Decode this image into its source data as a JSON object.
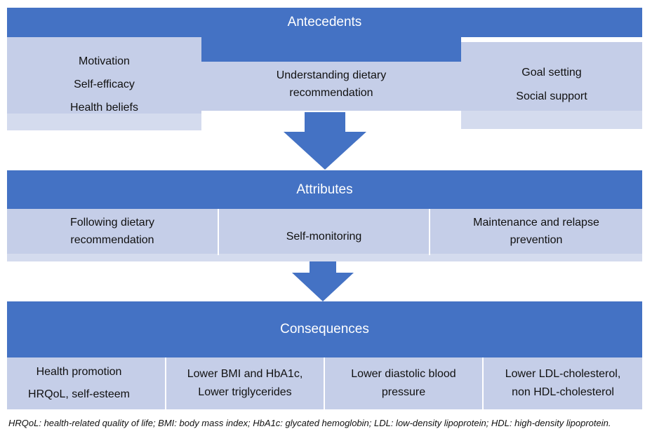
{
  "antecedents": {
    "title": "Antecedents",
    "left": [
      "Motivation",
      "Self-efficacy",
      "Health beliefs"
    ],
    "center": [
      "Understanding dietary",
      "recommendation"
    ],
    "right": [
      "Goal setting",
      "Social support"
    ]
  },
  "attributes": {
    "title": "Attributes",
    "items": [
      [
        "Following dietary",
        "recommendation"
      ],
      [
        "Self-monitoring"
      ],
      [
        "Maintenance and relapse",
        "prevention"
      ]
    ]
  },
  "consequences": {
    "title": "Consequences",
    "items": [
      [
        "Health promotion",
        "HRQoL, self-esteem"
      ],
      [
        "Lower BMI and HbA1c,",
        "Lower triglycerides"
      ],
      [
        "Lower diastolic blood",
        "pressure"
      ],
      [
        "Lower LDL-cholesterol,",
        "non HDL-cholesterol"
      ]
    ]
  },
  "footnote": "HRQoL: health-related quality of life; BMI: body mass index; HbA1c: glycated hemoglobin; LDL: low-density lipoprotein; HDL: high-density lipoprotein.",
  "colors": {
    "header_blue": "#4472c4",
    "light_blue": "#c5cee8",
    "lighter_blue": "#d4dbee"
  }
}
